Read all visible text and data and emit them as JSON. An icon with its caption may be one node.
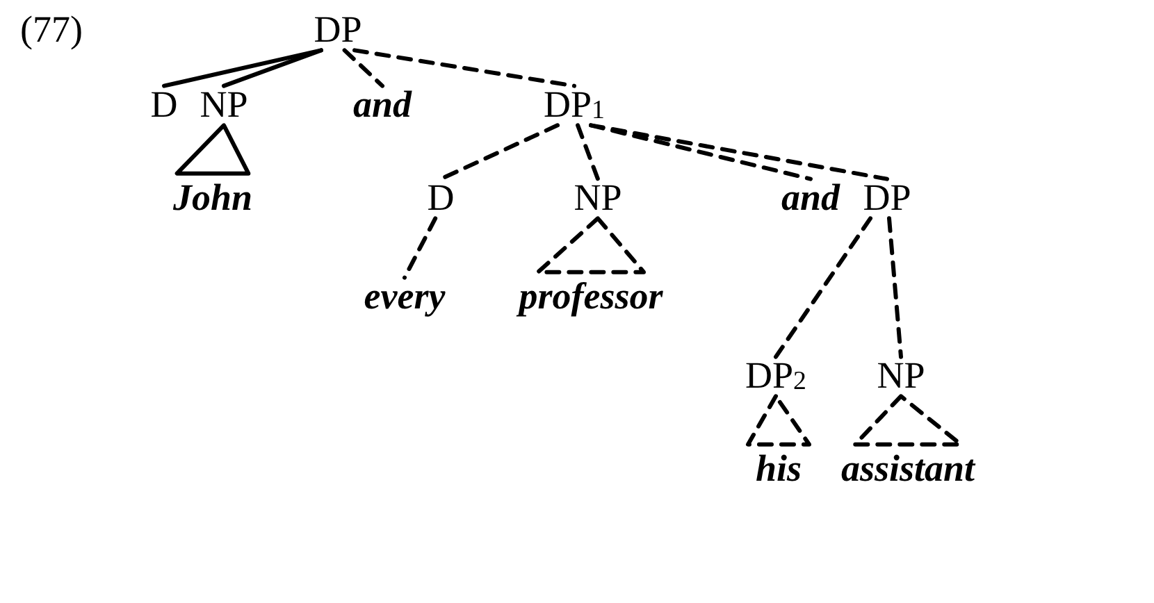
{
  "diagram": {
    "nodes": [
      {
        "text": [
          "DP"
        ]
      },
      {
        "text": [
          "D"
        ]
      },
      {
        "text": [
          "NP"
        ]
      },
      {
        "text": [
          "and"
        ]
      },
      {
        "text": [
          "DP$_{1}$"
        ]
      },
      {
        "text": [
          "John"
        ]
      },
      {
        "text": [
          "D"
        ]
      },
      {
        "text": [
          "NP"
        ]
      },
      {
        "text": [
          "and"
        ]
      },
      {
        "text": [
          "DP"
        ]
      },
      {
        "text": [
          "every"
        ]
      },
      {
        "text": [
          "professor"
        ]
      },
      {
        "text": [
          "DP$_{2}$"
        ]
      },
      {
        "text": [
          "NP"
        ]
      },
      {
        "text": [
          "his"
        ]
      },
      {
        "text": [
          "assistant"
        ]
      }
    ],
    "edges": [
      {
        "from": 0,
        "to": 1,
        "arrow": "none"
      },
      {
        "from": 0,
        "to": 2,
        "arrow": "none"
      },
      {
        "from": 0,
        "to": 3,
        "arrow": "none",
        "style": "dashed"
      },
      {
        "from": 0,
        "to": 4,
        "arrow": "none",
        "style": "dashed"
      },
      {
        "from": 2,
        "to": 5,
        "arrow": "none"
      },
      {
        "from": 4,
        "to": 6,
        "arrow": "none",
        "style": "dashed"
      },
      {
        "from": 4,
        "to": 7,
        "arrow": "none",
        "style": "dashed"
      },
      {
        "from": 4,
        "to": 8,
        "arrow": "none",
        "style": "dashed"
      },
      {
        "from": 4,
        "to": 9,
        "arrow": "none",
        "style": "dashed"
      },
      {
        "from": 6,
        "to": 10,
        "arrow": "none",
        "style": "dashed"
      },
      {
        "from": 7,
        "to": 11,
        "arrow": "none",
        "style": "dashed"
      },
      {
        "from": 9,
        "to": 12,
        "arrow": "none",
        "style": "dashed"
      },
      {
        "from": 9,
        "to": 13,
        "arrow": "none",
        "style": "dashed"
      },
      {
        "from": 12,
        "to": 14,
        "arrow": "none",
        "style": "dashed"
      },
      {
        "from": 13,
        "to": 15,
        "arrow": "none",
        "style": "dashed"
      }
    ],
    "labels": [
      "(77)"
    ]
  }
}
